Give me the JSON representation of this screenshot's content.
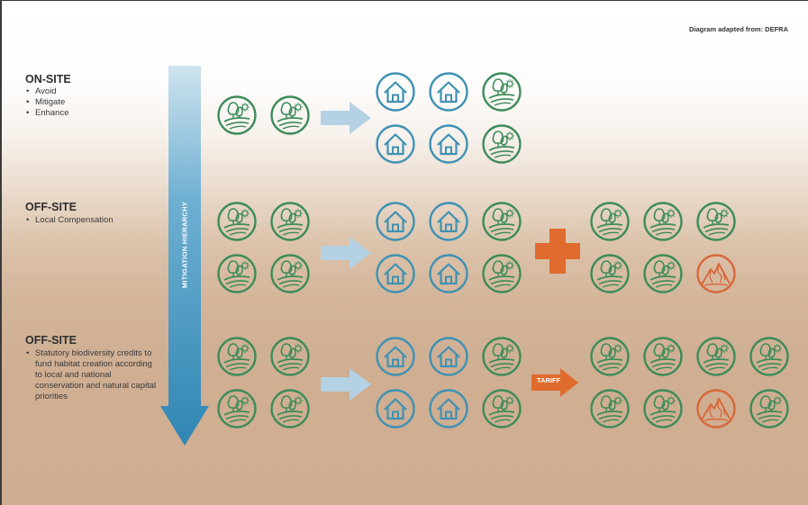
{
  "attribution": "Diagram adapted from: DEFRA",
  "hierarchy_label": "MITIGATION HIERARCHY",
  "tariff_label": "TARIFF",
  "stages": [
    {
      "title": "ON-SITE",
      "bullets": [
        "Avoid",
        "Mitigate",
        "Enhance"
      ]
    },
    {
      "title": "OFF-SITE",
      "bullets": [
        "Local Compensation"
      ]
    },
    {
      "title": "OFF-SITE",
      "bullets": [
        "Statutory biodiversity credits to fund habitat creation according to local and national conservation and natural capital priorities"
      ]
    }
  ],
  "colors": {
    "habitat": "#3d8c5a",
    "house": "#3f92b4",
    "priority_habitat": "#d8683b",
    "hierarchy_arrow": "#3b8fb7",
    "flow_arrow": "#b4d2e4",
    "plus": "#e06b2f",
    "tariff_arrow": "#e06b2f"
  },
  "icons": {
    "habitat": "woodland-meadow-icon",
    "house": "house-icon",
    "priority_habitat": "mountain-icon",
    "plus": "plus-icon"
  }
}
